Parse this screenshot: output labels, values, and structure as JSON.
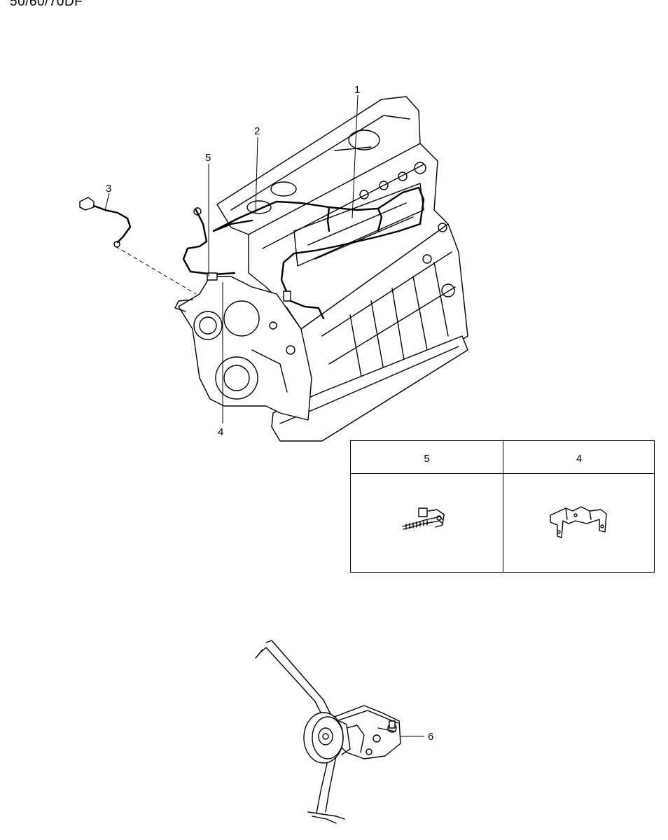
{
  "header": {
    "title": "50/60/70DF"
  },
  "callouts": {
    "c1": "1",
    "c2": "2",
    "c3": "3",
    "c4": "4",
    "c5": "5",
    "c6": "6"
  },
  "legend": {
    "col_a": "5",
    "col_b": "4"
  }
}
